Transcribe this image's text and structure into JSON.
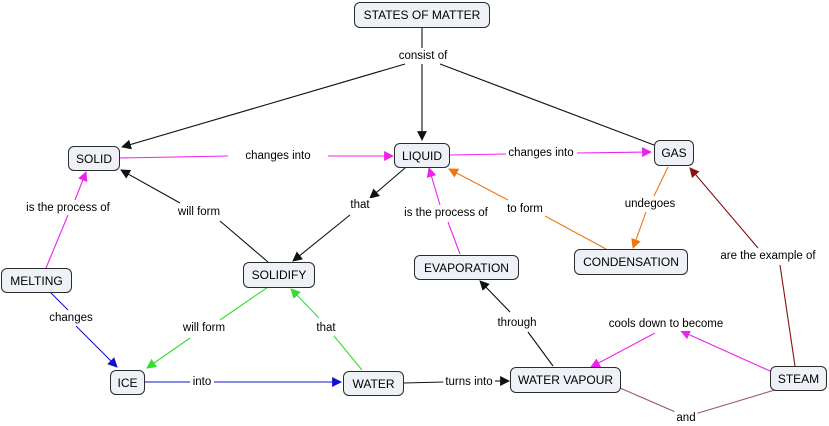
{
  "nodes": {
    "states_of_matter": "STATES OF MATTER",
    "solid": "SOLID",
    "liquid": "LIQUID",
    "gas": "GAS",
    "melting": "MELTING",
    "solidify": "SOLIDIFY",
    "evaporation": "EVAPORATION",
    "condensation": "CONDENSATION",
    "ice": "ICE",
    "water": "WATER",
    "water_vapour": "WATER VAPOUR",
    "steam": "STEAM"
  },
  "links": {
    "consist_of": "consist of",
    "changes_into_1": "changes into",
    "changes_into_2": "changes into",
    "is_process_of_1": "is the process of",
    "will_form_1": "will form",
    "that_1": "that",
    "is_process_of_2": "is the process of",
    "to_form": "to form",
    "undegoes": "undegoes",
    "are_example_of": "are the example of",
    "changes": "changes",
    "will_form_2": "will form",
    "that_2": "that",
    "through": "through",
    "cools_down": "cools down to become",
    "into": "into",
    "turns_into": "turns into",
    "and": "and"
  },
  "colors": {
    "black": "#111111",
    "magenta": "#ee22ee",
    "blue": "#1111cc",
    "green": "#33dd33",
    "orange": "#ee7711",
    "maroon": "#881111",
    "mauve": "#995577"
  }
}
